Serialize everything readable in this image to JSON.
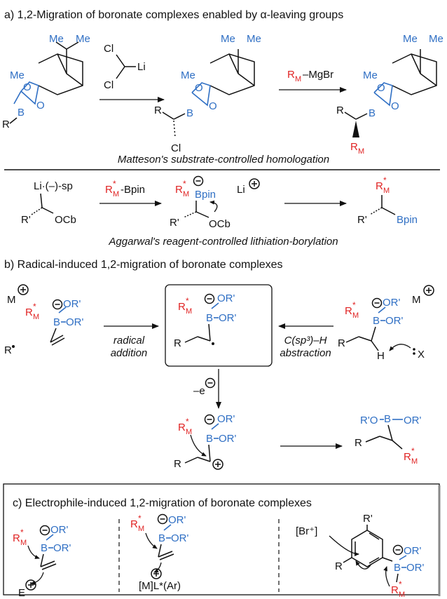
{
  "section_a": {
    "title": "a) 1,2-Migration of boronate complexes enabled by α-leaving groups",
    "reagent_top": "Cl",
    "reagent_li": "Li",
    "reagent_bottom": "Cl",
    "mg_reagent": "–MgBr",
    "subtitle_1": "Matteson's substrate-controlled homologation",
    "li_sp": "Li·(–)-sp",
    "ocb": "OCb",
    "bpin_reagent": "-Bpin",
    "bpin": "Bpin",
    "subtitle_2": "Aggarwal's reagent-controlled lithiation-borylation"
  },
  "section_b": {
    "title": "b) Radical-induced 1,2-migration of boronate complexes",
    "radical_label_1": "radical",
    "radical_label_2": "addition",
    "abstraction_label_1": "C(sp³)–H",
    "abstraction_label_2": "abstraction",
    "electron_loss": "–e"
  },
  "section_c": {
    "title": "c) Electrophile-induced 1,2-migration of boronate complexes",
    "electrophile": "E",
    "metal_complex": "[M]L*(Ar)",
    "bromine": "[Br⁺]"
  },
  "common": {
    "me": "Me",
    "boron": "B",
    "oxygen": "O",
    "r": "R",
    "r_prime": "R'",
    "or_prime": "OR'",
    "ro_prime": "R'O",
    "rm": "R",
    "rm_sub": "M",
    "star": "*",
    "m_cation": "M",
    "x": "X",
    "h": "H"
  },
  "colors": {
    "boron_blue": "#2f6fc4",
    "migrating_red": "#e02424",
    "ink": "#111111"
  }
}
